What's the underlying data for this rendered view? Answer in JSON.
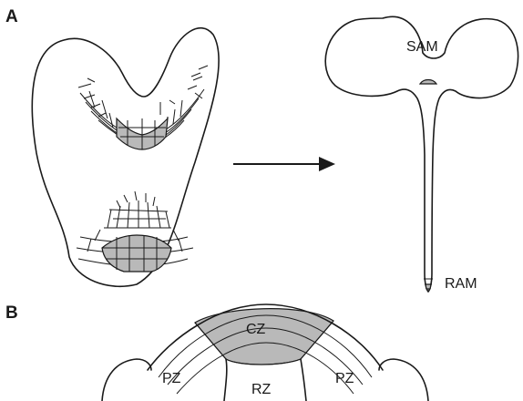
{
  "panels": {
    "a": "A",
    "b": "B"
  },
  "labels": {
    "sam": "SAM",
    "ram": "RAM",
    "cz": "CZ",
    "pz_left": "PZ",
    "pz_right": "PZ",
    "rz": "RZ"
  },
  "colors": {
    "ink": "#1a1a1a",
    "shading": "#b9b9b9",
    "background": "#ffffff"
  }
}
